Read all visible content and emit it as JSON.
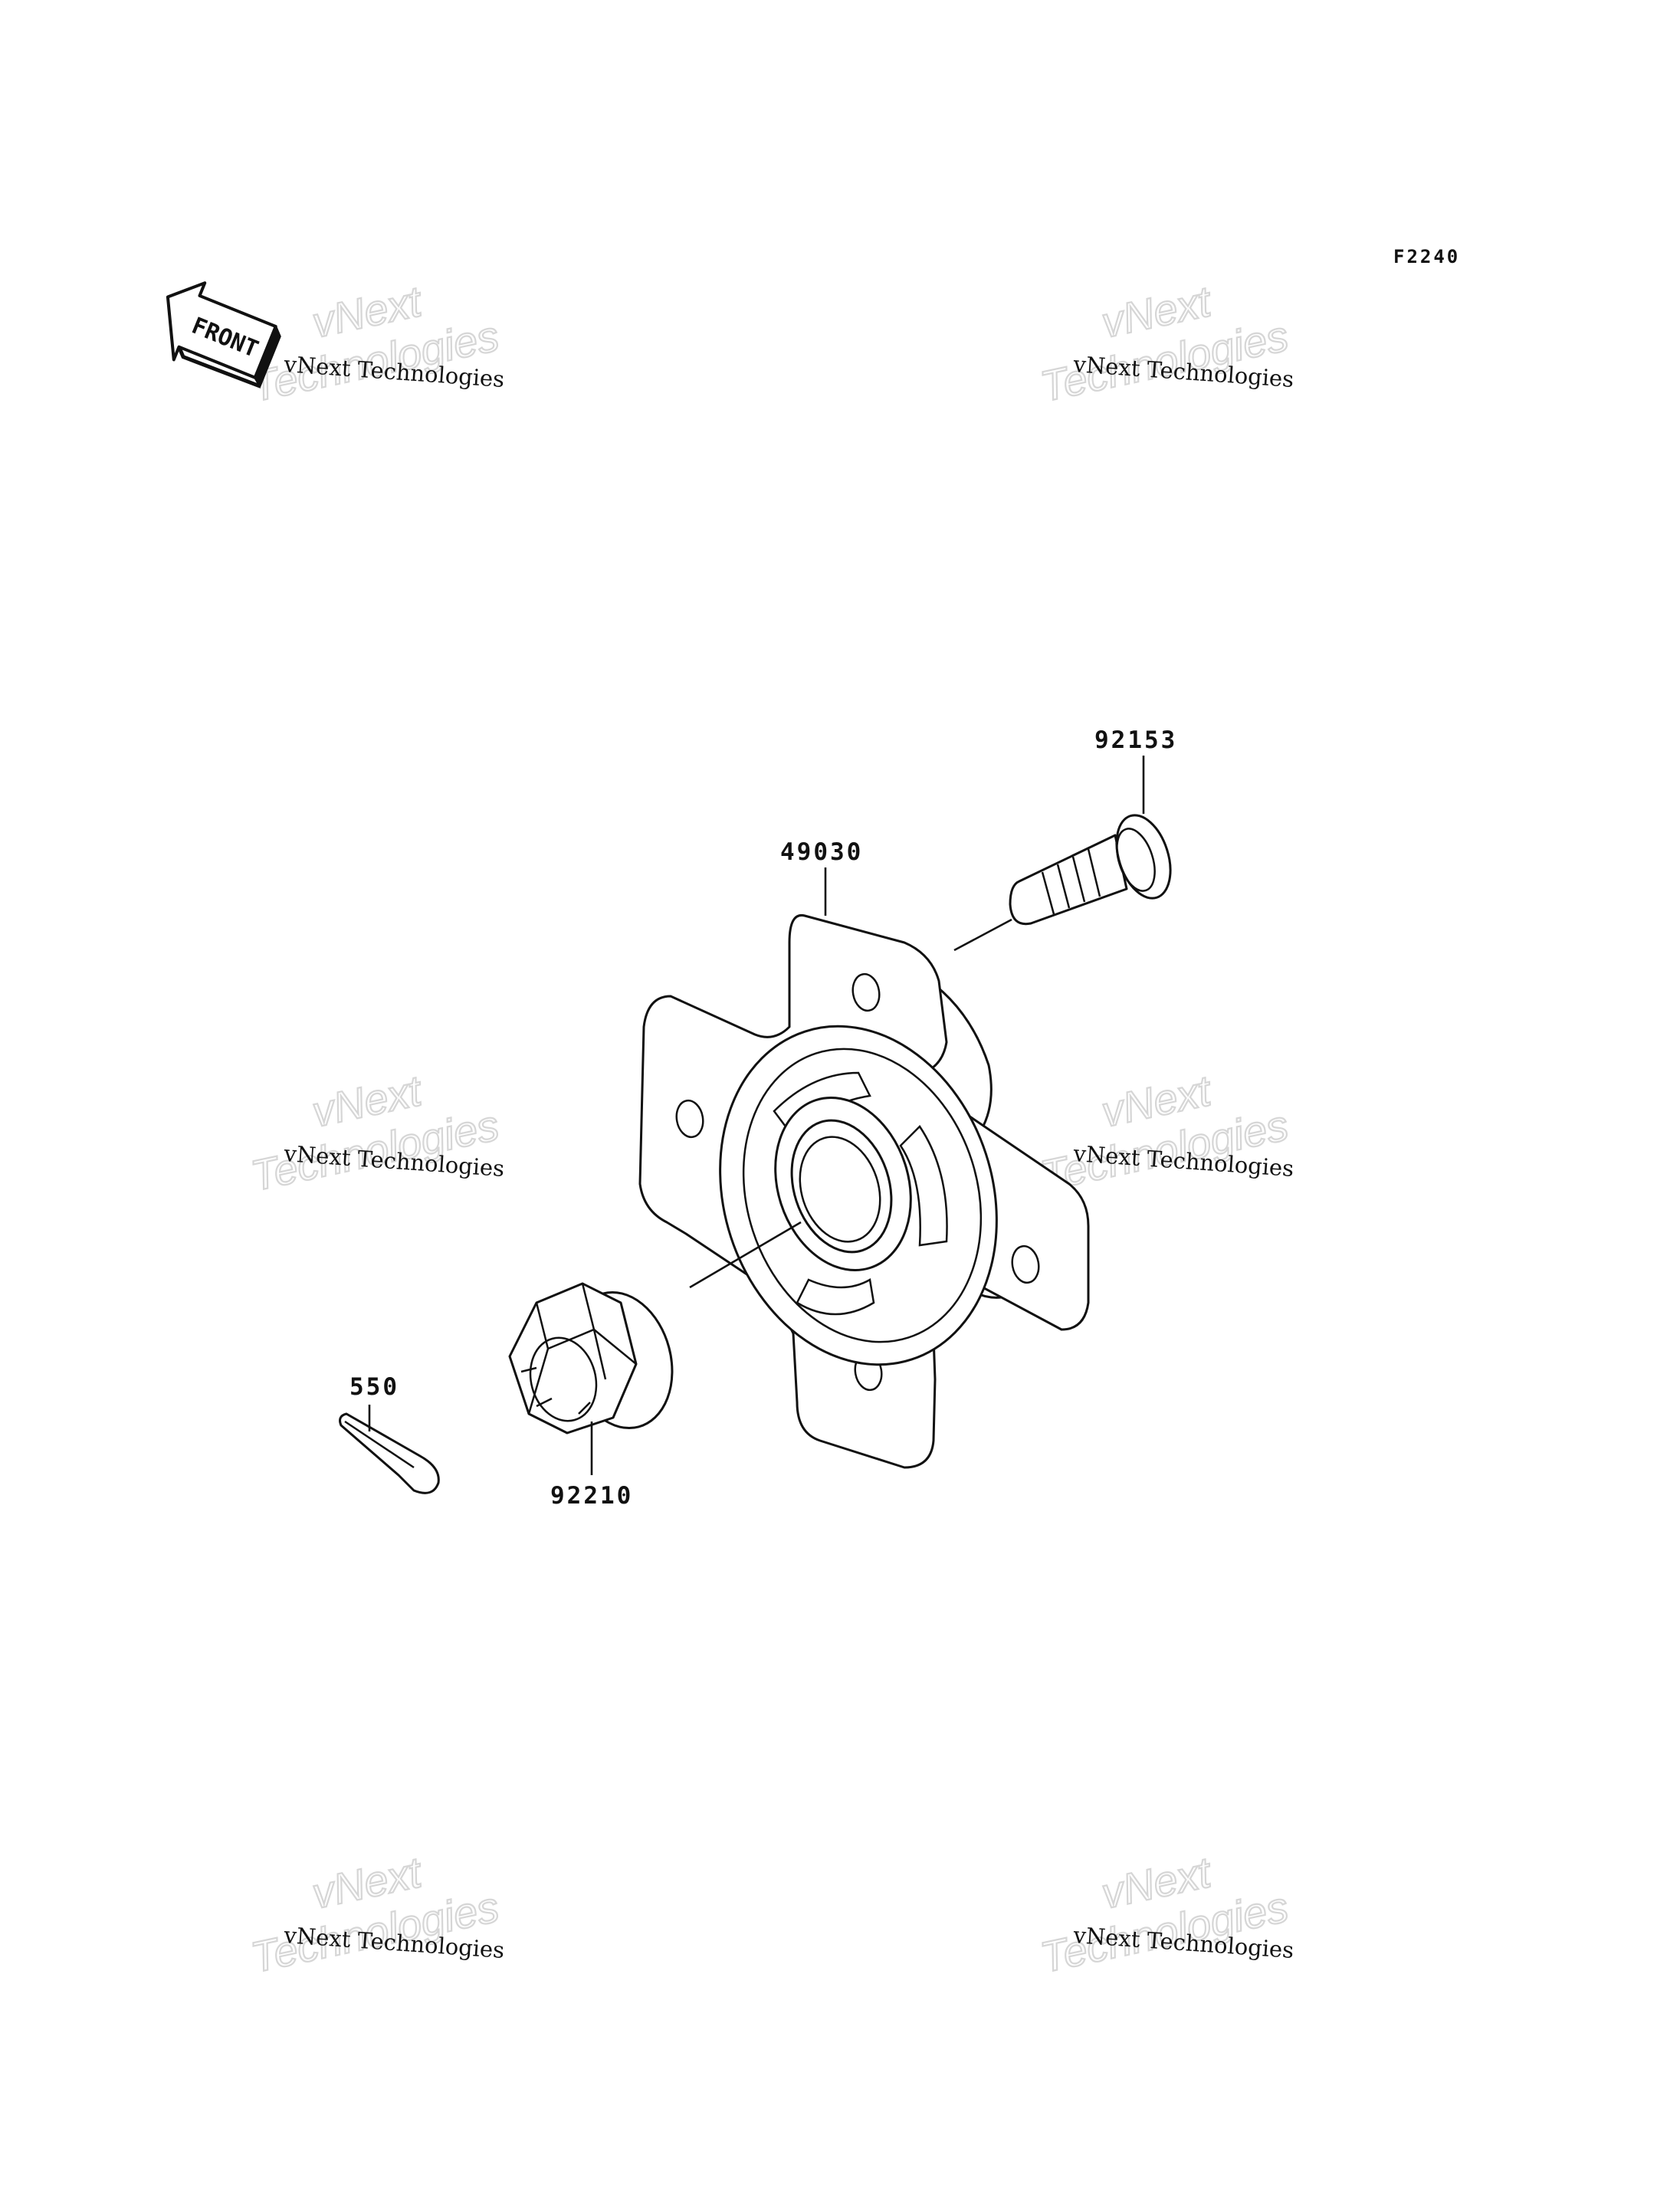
{
  "diagram": {
    "code": "F2240",
    "front_label": "FRONT",
    "watermark": {
      "small_text": "vNext Technologies",
      "big_line1": "vNext",
      "big_line2": "Technologies"
    },
    "parts": [
      {
        "number": "92153",
        "name": "bolt"
      },
      {
        "number": "49030",
        "name": "hub"
      },
      {
        "number": "550",
        "name": "cotter-pin"
      },
      {
        "number": "92210",
        "name": "castle-nut"
      }
    ]
  }
}
